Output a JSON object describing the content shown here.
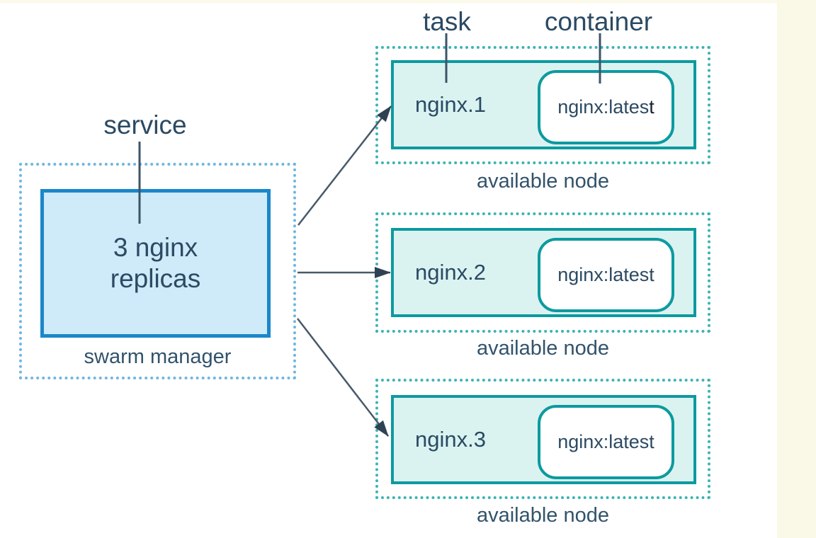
{
  "palette": {
    "canvas_bg": "#ffffff",
    "page_edge_band": "#faf8e6",
    "text_navy": "#2b4a63",
    "service_box_border": "#1b87c9",
    "service_box_fill": "#cfeaf8",
    "service_outline_dotted": "#70b5e0",
    "node_outline_dotted": "#3cb3b6",
    "task_box_border": "#0d9a9f",
    "task_box_fill": "#daf3f1",
    "container_box_fill": "#ffffff",
    "arrow_line": "#47596a",
    "arrow_head": "#2e4254"
  },
  "labels": {
    "service": "service",
    "task": "task",
    "container": "container"
  },
  "service_group": {
    "box_text": "3 nginx\nreplicas",
    "caption": "swarm manager"
  },
  "nodes": [
    {
      "task_name": "nginx.1",
      "container_image_main": "nginx:lates",
      "container_image_tail": "t",
      "caption": "available node"
    },
    {
      "task_name": "nginx.2",
      "container_image": "nginx:latest",
      "caption": "available node"
    },
    {
      "task_name": "nginx.3",
      "container_image": "nginx:latest",
      "caption": "available node"
    }
  ]
}
